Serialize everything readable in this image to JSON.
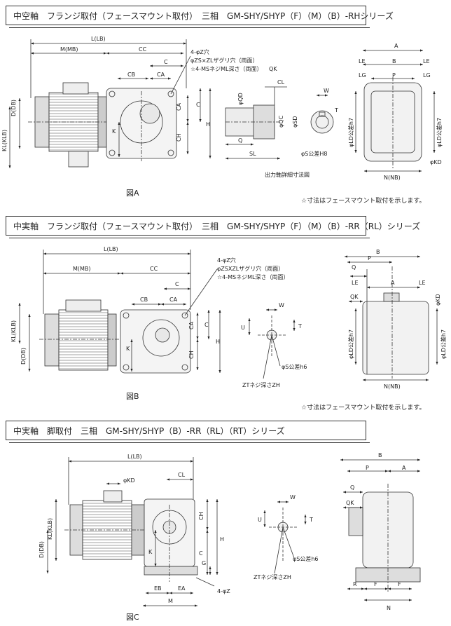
{
  "sections": [
    {
      "title": "中空軸　フランジ取付（フェースマウント取付）　三相　GM-SHY/SHYP（F）（M）（B）-RHシリーズ",
      "figure": "図A",
      "note": "☆寸法はフェースマウント取付を示します。"
    },
    {
      "title": "中実軸　フランジ取付（フェースマウント取付）　三相　GM-SHY/SHYP（F）（M）（B）-RR（RL）シリーズ",
      "figure": "図B",
      "note": "☆寸法はフェースマウント取付を示します。"
    },
    {
      "title": "中実軸　脚取付　三相　GM-SHY/SHYP（B）-RR（RL）（RT）シリーズ",
      "figure": "図C"
    }
  ],
  "dims_a": {
    "L": "L(LB)",
    "M": "M(MB)",
    "CC": "CC",
    "C": "C",
    "CB": "CB",
    "CA": "CA",
    "D": "D(DB)",
    "KL": "KL(KLB)",
    "K": "K",
    "CH": "CH",
    "H": "H",
    "hole1": "4-φZ穴",
    "hole2": "φZS×ZLザグリ穴（両面）",
    "hole3": "☆4-MSネジML深さ（両面）",
    "QK": "QK",
    "CL": "CL",
    "QD": "φQD",
    "QC": "φQC",
    "SD": "φSD",
    "Q": "Q",
    "SL": "SL",
    "W": "W",
    "T": "T",
    "S": "φS公差H8",
    "shaft_caption": "出力軸詳細寸法図",
    "A": "A",
    "LE": "LE",
    "B": "B",
    "LG": "LG",
    "P": "P",
    "LD": "φLD公差h7",
    "LD2": "φLD公差h7",
    "N": "N(NB)",
    "KD": "φKD"
  },
  "dims_b": {
    "L": "L(LB)",
    "M": "M(MB)",
    "CC": "CC",
    "C": "C",
    "CB": "CB",
    "CA": "CA",
    "KL": "KL(KLB)",
    "D": "D(DB)",
    "K": "K",
    "CH": "CH",
    "H": "H",
    "hole1": "4-φZ穴",
    "hole2": "φZSXZLザグリ穴（両面）",
    "hole3": "☆4-MSネジML深さ（両面）",
    "W": "W",
    "U": "U",
    "T": "T",
    "S": "φS公差h6",
    "ZT": "ZTネジ深さZH",
    "B": "B",
    "P": "P",
    "Q": "Q",
    "LE": "LE",
    "A": "A",
    "QK": "QK",
    "KD": "φKD",
    "LD": "φLD公差h7",
    "LD2": "φLD公差h7",
    "N": "N(NB)"
  },
  "dims_c": {
    "L": "L(LB)",
    "KD": "φKD",
    "CL": "CL",
    "KL": "KL(KLB)",
    "D": "D(DB)",
    "K": "K",
    "CH": "CH",
    "C": "C",
    "H": "H",
    "G": "G",
    "EB": "EB",
    "EA": "EA",
    "M": "M",
    "Z": "4-φZ",
    "W": "W",
    "U": "U",
    "T": "T",
    "S": "φS公差h6",
    "ZT": "ZTネジ深さZH",
    "B": "B",
    "P": "P",
    "A": "A",
    "Q": "Q",
    "QK": "QK",
    "R": "R",
    "F": "F",
    "F2": "F",
    "N": "N"
  }
}
